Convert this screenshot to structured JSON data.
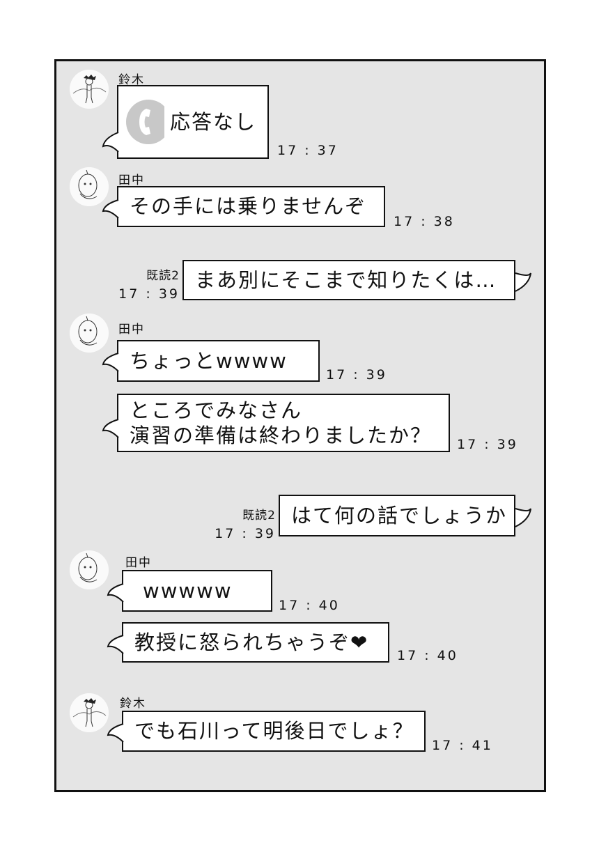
{
  "messages": [
    {
      "sender": "鈴木",
      "text": "応答なし",
      "time": "17:37",
      "icon": "phone-icon"
    },
    {
      "sender": "田中",
      "text": "その手には乗りませんぞ",
      "time": "17:38"
    },
    {
      "read": "既読2",
      "text": "まあ別にそこまで知りたくは…",
      "time": "17:39"
    },
    {
      "sender": "田中",
      "text": "ちょっとwwww",
      "time": "17:39"
    },
    {
      "line1": "ところでみなさん",
      "line2": "演習の準備は終わりましたか？",
      "time": "17:39"
    },
    {
      "read": "既読2",
      "text": "はて何の話でしょうか",
      "time": "17:39"
    },
    {
      "sender": "田中",
      "text": "wwwww",
      "time": "17:40"
    },
    {
      "text": "教授に怒られちゃうぞ❤",
      "time": "17:40"
    },
    {
      "sender": "鈴木",
      "text": "でも石川って明後日でしょ？",
      "time": "17:41"
    }
  ],
  "colors": {
    "panel": "#e5e5e5",
    "bubble": "#ffffff",
    "phone": "#c8c8c8"
  }
}
